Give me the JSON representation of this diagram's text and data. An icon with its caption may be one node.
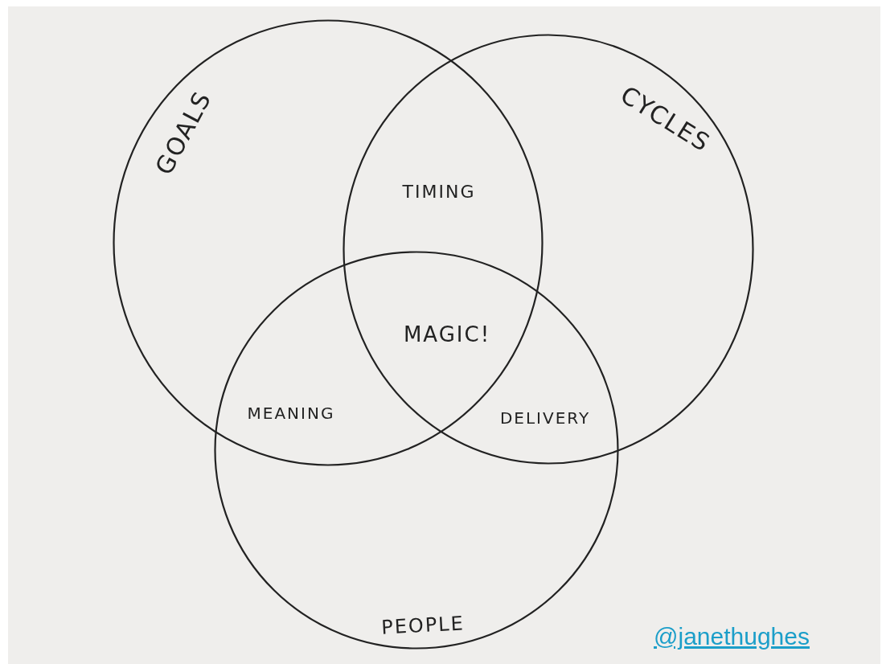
{
  "diagram": {
    "nodes": [
      {
        "text": [
          "GOALS"
        ]
      },
      {
        "text": [
          "CYCLES"
        ]
      },
      {
        "text": [
          "PEOPLE"
        ]
      }
    ],
    "labels": [
      "TIMING",
      "MAGIC!",
      "MEANING",
      "DELIVERY",
      "@janethughes"
    ]
  }
}
